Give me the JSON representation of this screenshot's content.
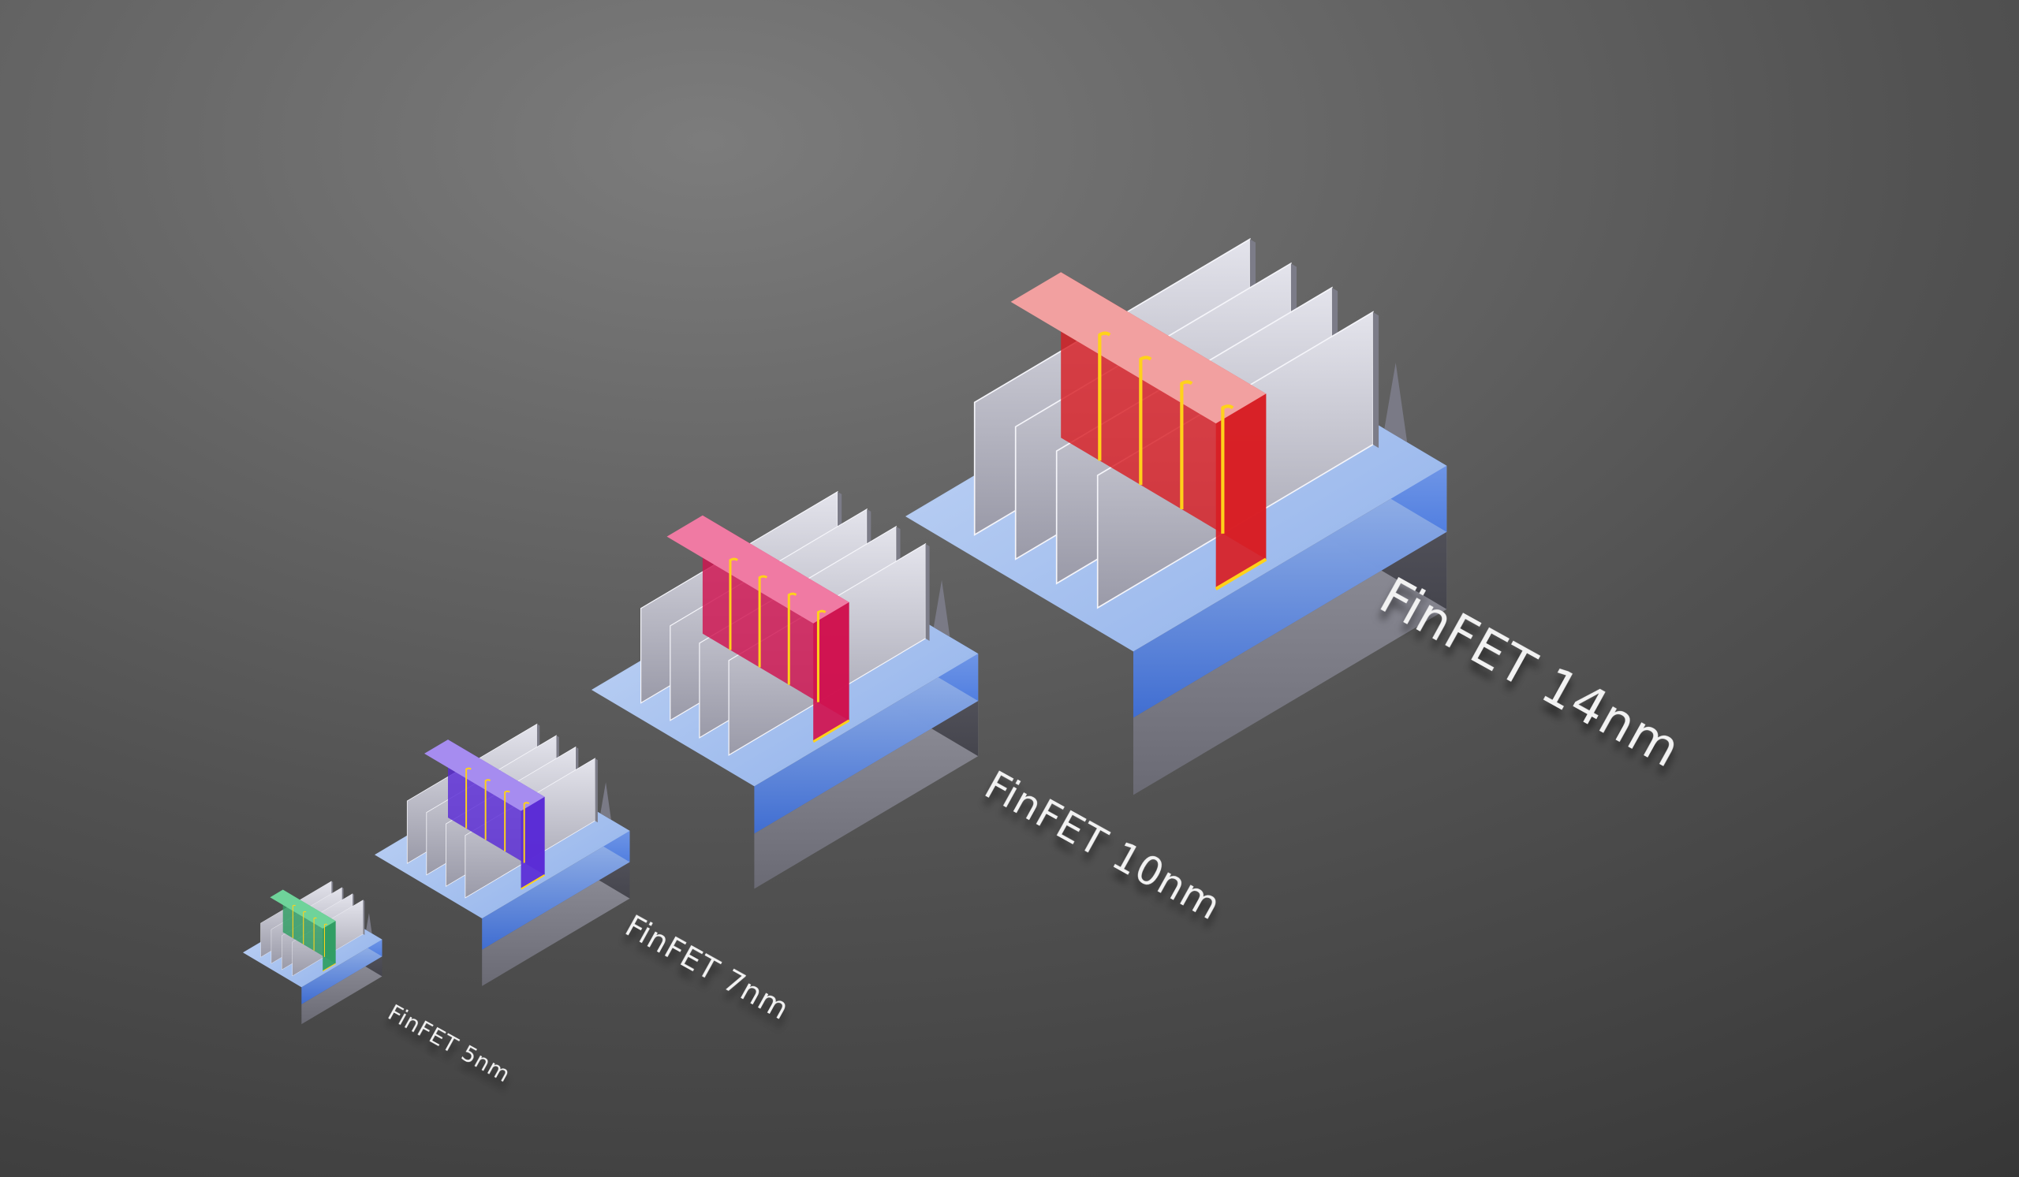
{
  "nodes": [
    {
      "id": "n5",
      "label": "FinFET 5nm",
      "gate_color": "#6fd39a",
      "gate_color_dark": "#2f9e63"
    },
    {
      "id": "n7",
      "label": "FinFET 7nm",
      "gate_color": "#a68cf0",
      "gate_color_dark": "#5a2bd6"
    },
    {
      "id": "n10",
      "label": "FinFET 10nm",
      "gate_color": "#f07aa3",
      "gate_color_dark": "#d0124f"
    },
    {
      "id": "n14",
      "label": "FinFET 14nm",
      "gate_color": "#f2a0a0",
      "gate_color_dark": "#d81e24"
    }
  ],
  "colors": {
    "background_light": "#7a7a7a",
    "background_dark": "#353535",
    "oxide_light": "#a9c4ee",
    "oxide_dark": "#3f6fd8",
    "substrate_light": "#8f8f9a",
    "substrate_dark": "#52525c",
    "fin": "#c9c9d3",
    "liner": "#ffd21a"
  }
}
